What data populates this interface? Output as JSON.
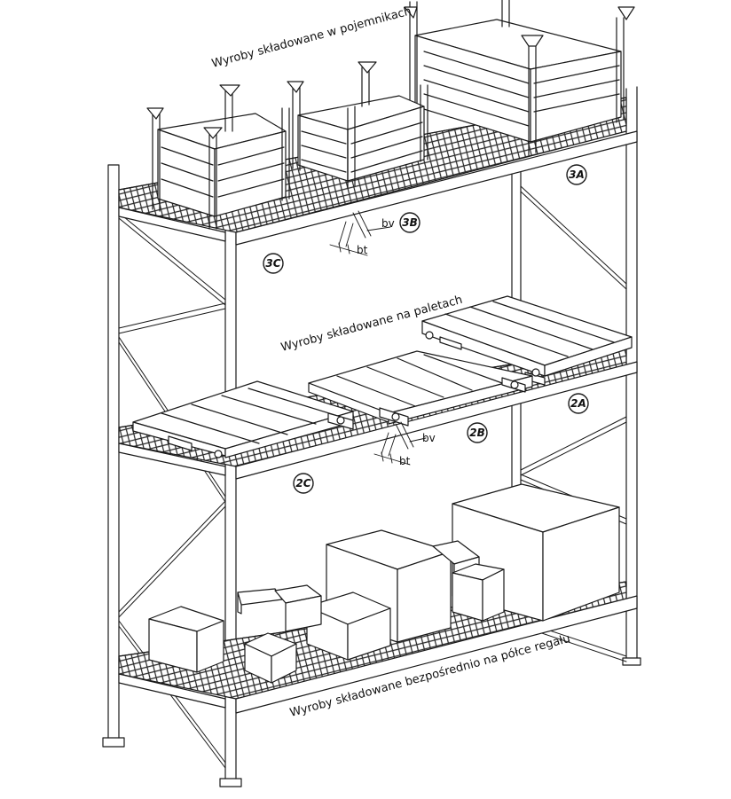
{
  "labels": {
    "containers": "Wyroby składowane w pojemnikach",
    "pallets": "Wyroby składowane na paletach",
    "direct": "Wyroby składowane bezpośrednio na półce regału"
  },
  "markers": {
    "m3a": "3A",
    "m3b": "3B",
    "m3c": "3C",
    "m2a": "2A",
    "m2b": "2B",
    "m2c": "2C"
  },
  "dimensions": {
    "bv_top": "bv",
    "bt_top": "bt",
    "bv_mid": "bv",
    "bt_mid": "bt"
  },
  "colors": {
    "line": "#1a1a1a",
    "paper": "#ffffff"
  }
}
